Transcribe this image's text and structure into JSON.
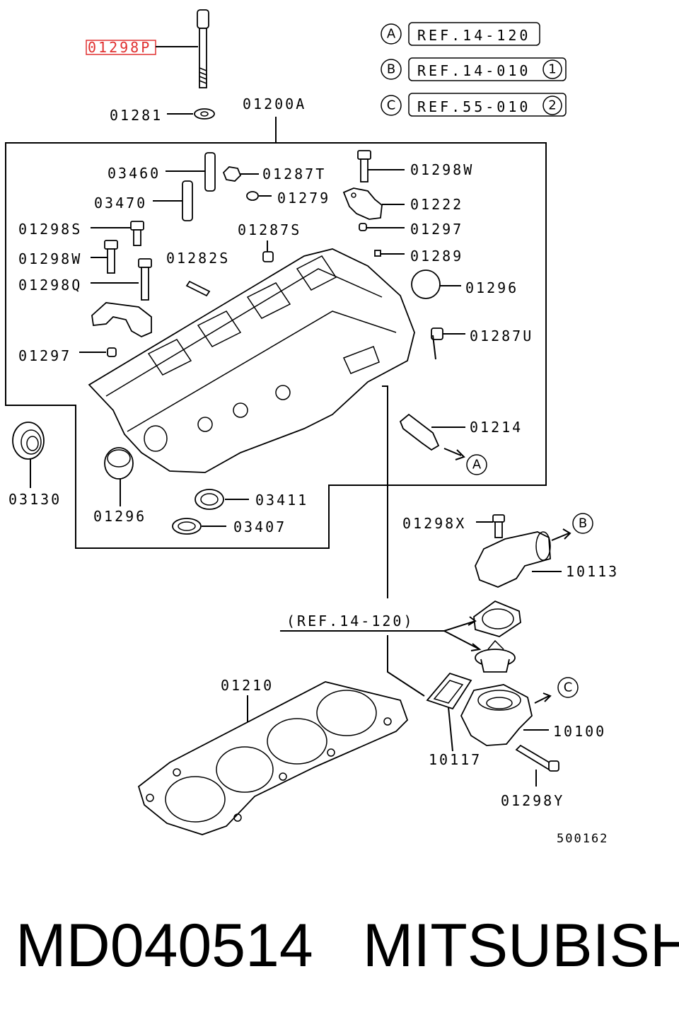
{
  "refs": [
    {
      "letter": "A",
      "text": "REF.14-120",
      "num": ""
    },
    {
      "letter": "B",
      "text": "REF.14-010",
      "num": "1"
    },
    {
      "letter": "C",
      "text": "REF.55-010",
      "num": "2"
    }
  ],
  "labels": {
    "p01298p": "01298P",
    "p01281": "01281",
    "p01200a": "01200A",
    "p03460": "03460",
    "p01287t": "01287T",
    "p01298w_top": "01298W",
    "p03470": "03470",
    "p01279": "01279",
    "p01222": "01222",
    "p01298s": "01298S",
    "p01287s": "01287S",
    "p01297_top": "01297",
    "p01298w": "01298W",
    "p01282s": "01282S",
    "p01289": "01289",
    "p01298q": "01298Q",
    "p01296_right": "01296",
    "p01287u": "01287U",
    "p01297": "01297",
    "p01214": "01214",
    "p03130": "03130",
    "p01296": "01296",
    "p03411": "03411",
    "p03407": "03407",
    "p01298x": "01298X",
    "p10113": "10113",
    "ref_mid": "(REF.14-120)",
    "p01210": "01210",
    "p10100": "10100",
    "p10117": "10117",
    "p01298y": "01298Y",
    "diagram_no": "500162"
  },
  "arrow_tags": {
    "a": "A",
    "b": "B",
    "c": "C"
  },
  "caption": {
    "part_number": "MD040514",
    "brand": "MITSUBISHI"
  },
  "colors": {
    "highlight": "#e03030",
    "ink": "#000000"
  }
}
